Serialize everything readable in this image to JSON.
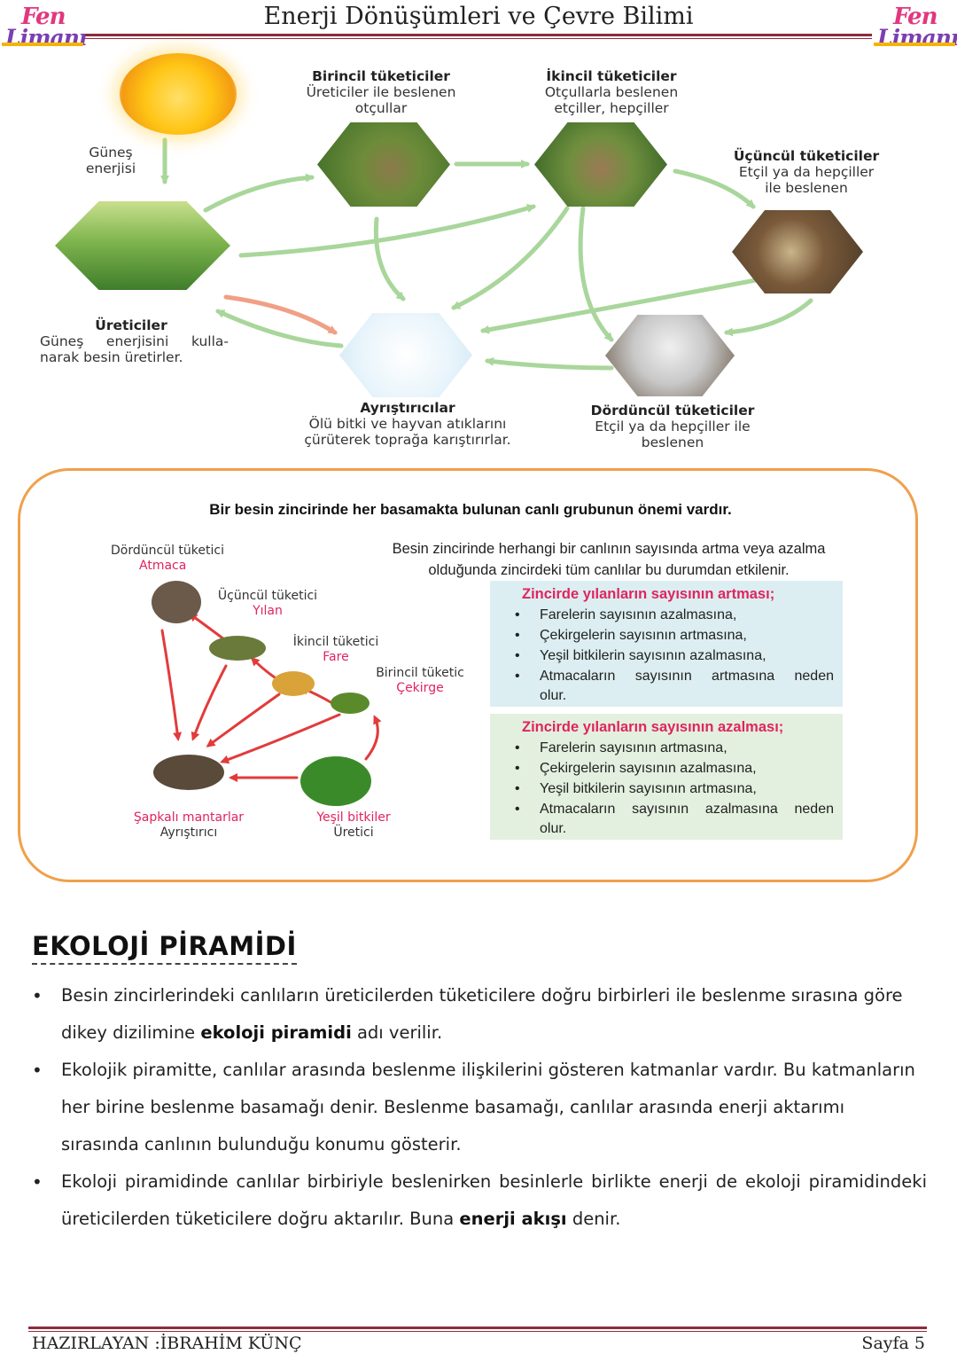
{
  "header": {
    "title": "Enerji Dönüşümleri ve Çevre Bilimi",
    "logo_line1": "Fen",
    "logo_line2": "Limanı"
  },
  "food_web": {
    "sun_label_line1": "Güneş",
    "sun_label_line2": "enerjisi",
    "producers": {
      "title": "Üreticiler",
      "line1": "Güneş enerjisini kulla-",
      "line2": "narak besin üretirler."
    },
    "primary": {
      "title": "Birincil tüketiciler",
      "line1": "Üreticiler ile beslenen",
      "line2": "otçullar"
    },
    "secondary": {
      "title": "İkincil tüketiciler",
      "line1": "Otçullarla beslenen",
      "line2": "etçiller, hepçiller"
    },
    "tertiary": {
      "title": "Üçüncül tüketiciler",
      "line1": "Etçil ya da hepçiller",
      "line2": "ile beslenen"
    },
    "decomposers": {
      "title": "Ayrıştırıcılar",
      "line1": "Ölü bitki ve hayvan atıklarını",
      "line2": "çürüterek toprağa karıştırırlar."
    },
    "quaternary": {
      "title": "Dördüncül tüketiciler",
      "line1": "Etçil ya da hepçiller ile",
      "line2": "beslenen"
    }
  },
  "chain_box": {
    "title": "Bir besin zincirinde her basamakta bulunan canlı grubunun önemi vardır.",
    "labels": {
      "hawk": {
        "role": "Dördüncül tüketici",
        "name": "Atmaca"
      },
      "snake": {
        "role": "Üçüncül tüketici",
        "name": "Yılan"
      },
      "mouse": {
        "role": "İkincil tüketici",
        "name": "Fare"
      },
      "grasshopper": {
        "role": "Birincil tüketic",
        "name": "Çekirge"
      },
      "mushroom": {
        "name": "Şapkalı mantarlar",
        "role": "Ayrıştırıcı"
      },
      "plants": {
        "name": "Yeşil bitkiler",
        "role": "Üretici"
      }
    },
    "intro_line1": "Besin zincirinde herhangi bir canlının sayısında artma veya azalma",
    "intro_line2": "olduğunda zincirdeki tüm canlılar bu durumdan etkilenir.",
    "increase": {
      "heading": "Zincirde yılanların sayısının artması;",
      "items": [
        "Farelerin sayısının azalmasına,",
        "Çekirgelerin sayısının artmasına,",
        "Yeşil bitkilerin sayısının azalmasına,",
        "Atmacaların sayısının artmasına neden"
      ],
      "tail": "olur."
    },
    "decrease": {
      "heading": "Zincirde yılanların sayısının azalması;",
      "items": [
        "Farelerin sayısının artmasına,",
        "Çekirgelerin sayısının azalmasına,",
        "Yeşil bitkilerin sayısının artmasına,",
        "Atmacaların sayısının azalmasına neden"
      ],
      "tail": "olur."
    }
  },
  "section": {
    "title": "EKOLOJİ PİRAMİDİ",
    "b1_pre": "Besin zincirlerindeki canlıların üreticilerden tüketicilere doğru birbirleri ile beslenme sırasına göre dikey dizilimine ",
    "b1_bold": "ekoloji piramidi",
    "b1_post": " adı verilir.",
    "b2": "Ekolojik piramitte, canlılar arasında beslenme ilişkilerini gösteren katmanlar vardır. Bu katmanların her birine beslenme basamağı denir. Beslenme basamağı, canlılar arasında enerji aktarımı sırasında canlının bulunduğu konumu gösterir.",
    "b3_pre": "Ekoloji piramidinde canlılar birbiriyle beslenirken besinlerle birlikte enerji de ekoloji piramidindeki üreticilerden tüketicilere doğru aktarılır. Buna ",
    "b3_bold": "enerji akışı",
    "b3_post": " denir."
  },
  "footer": {
    "author": "HAZIRLAYAN :İBRAHİM KÜNÇ",
    "page": "Sayfa 5"
  }
}
